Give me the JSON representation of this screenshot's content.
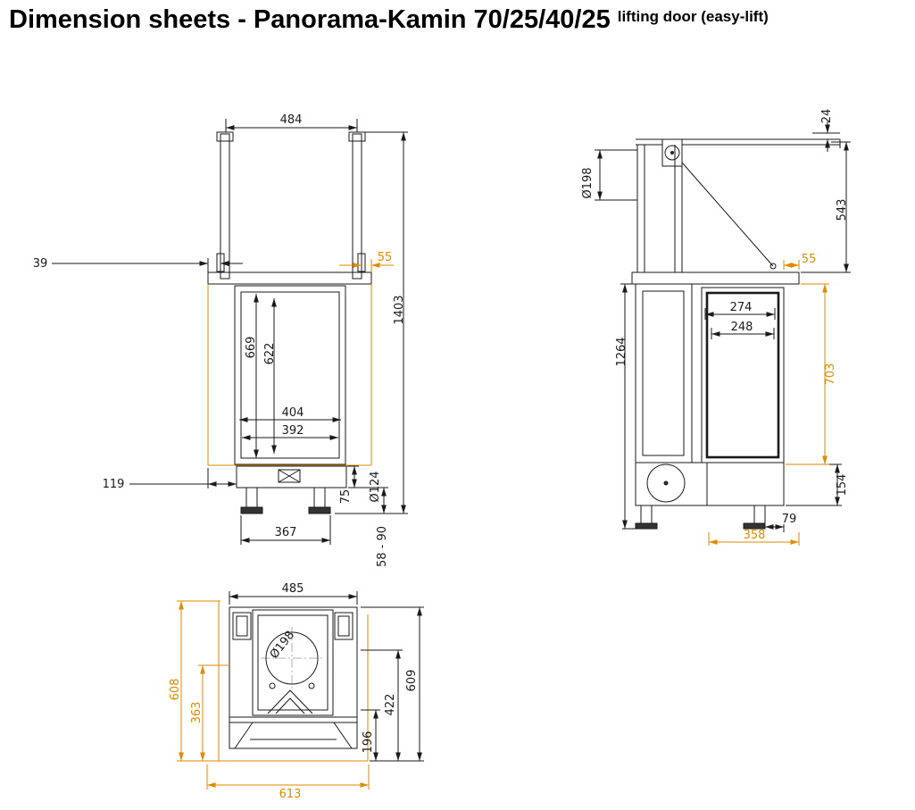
{
  "title": "Dimension sheets - Panorama-Kamin 70/25/40/25",
  "title_suffix": "lifting door (easy-lift)",
  "colors": {
    "accent": "#E08A00",
    "line": "#1A1A1A"
  },
  "views": {
    "front": {
      "dims": {
        "d484": "484",
        "d39": "39",
        "d55": "55",
        "d1403": "1403",
        "d669": "669",
        "d622": "622",
        "d404": "404",
        "d392": "392",
        "d119": "119",
        "d75": "75",
        "d124": "Ø124",
        "d367": "367",
        "d58_90": "58 - 90"
      }
    },
    "side": {
      "dims": {
        "d24": "24",
        "d198": "Ø198",
        "d543": "543",
        "d55": "55",
        "d274": "274",
        "d248": "248",
        "d1264": "1264",
        "d703": "703",
        "d154": "154",
        "d79": "79",
        "d358": "358"
      }
    },
    "top": {
      "dims": {
        "d485": "485",
        "d198": "Ø198",
        "d608": "608",
        "d363": "363",
        "d609": "609",
        "d422": "422",
        "d196": "196",
        "d613": "613"
      }
    }
  }
}
